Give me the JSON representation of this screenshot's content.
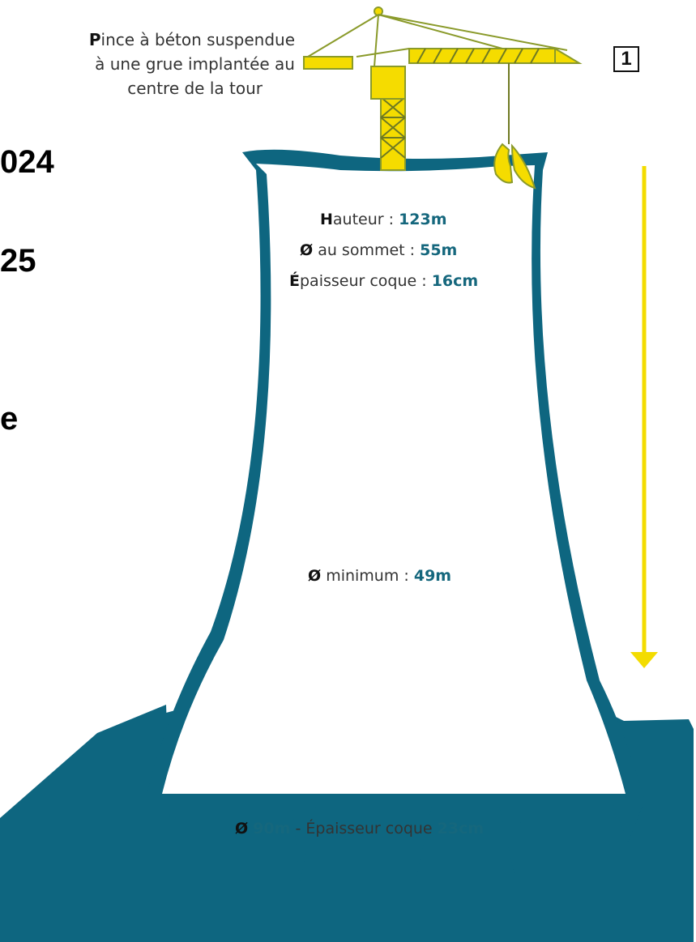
{
  "side_text": [
    "024",
    "25",
    "e",
    ""
  ],
  "caption": {
    "initial": "P",
    "rest_line1": "ince à béton suspendue",
    "line2": "à une grue implantée au",
    "line3": "centre de la tour"
  },
  "step_number": "1",
  "tower_info": {
    "height": {
      "initial": "H",
      "label": "auteur : ",
      "value": "123m"
    },
    "top_diameter": {
      "symbol": "Ø",
      "label": " au sommet : ",
      "value": "55m"
    },
    "shell_top": {
      "initial": "É",
      "label": "paisseur coque : ",
      "value": "16cm"
    },
    "min_diameter": {
      "symbol": "Ø",
      "label": " minimum : ",
      "value": "49m"
    },
    "base": {
      "symbol": "Ø",
      "diameter": "90m",
      "separator": " - Épaisseur coque ",
      "thickness": "23cm"
    }
  },
  "colors": {
    "tower_teal": "#0e6680",
    "crane_yellow": "#f5dc00",
    "crane_outline": "#8a9a2a",
    "arrow_yellow": "#f3dc00",
    "value_teal": "#15677d"
  },
  "icons": [
    "crane-icon",
    "concrete-grab-icon",
    "down-arrow-icon"
  ]
}
